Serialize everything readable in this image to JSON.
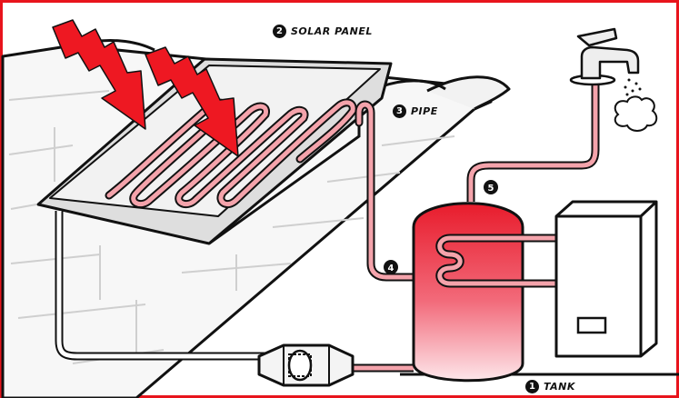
{
  "labels": {
    "solar_panel": {
      "number": "2",
      "text": "SOLAR PANEL"
    },
    "pipe": {
      "number": "3",
      "text": "PIPE"
    },
    "tank": {
      "number": "1",
      "text": "TANK"
    },
    "step4": {
      "number": "4"
    },
    "step5": {
      "number": "5"
    }
  },
  "colors": {
    "frame": "#e8141c",
    "hot_pipe": "#f4a3ab",
    "outline": "#111111",
    "sun_rays": "#ee1822",
    "tank_top": "#e81c2c",
    "tank_bottom": "#fde6ea",
    "roof_shadow": "#dcdcdc"
  },
  "icons": [
    "sun-ray-icon",
    "faucet-icon",
    "steam-icon",
    "pump-icon",
    "boiler-icon"
  ]
}
